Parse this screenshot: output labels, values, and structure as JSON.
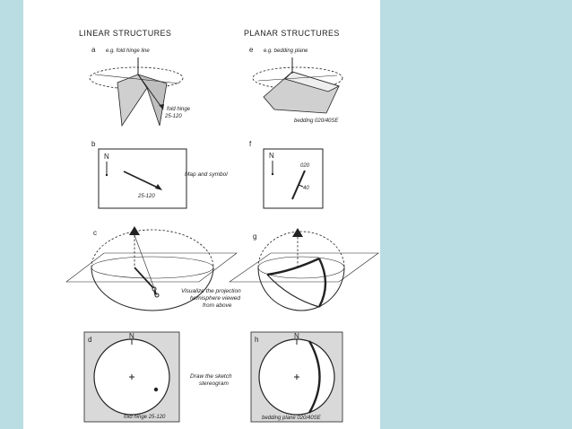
{
  "headers": {
    "linear": "LINEAR STRUCTURES",
    "planar": "PLANAR STRUCTURES"
  },
  "panels": {
    "a": {
      "letter": "a",
      "example": "e.g. fold hinge line",
      "label": "fold hinge",
      "value": "25-120"
    },
    "e": {
      "letter": "e",
      "example": "e.g. bedding plane",
      "label": "bedding 020/40SE"
    },
    "b": {
      "letter": "b",
      "north": "N",
      "value": "25-120"
    },
    "f": {
      "letter": "f",
      "north": "N",
      "strike": "020",
      "dip": "40"
    },
    "c": {
      "letter": "c"
    },
    "g": {
      "letter": "g"
    },
    "d": {
      "letter": "d",
      "north": "N",
      "label": "fold hinge 25-120"
    },
    "h": {
      "letter": "h",
      "north": "N",
      "label": "bedding plane 020/40SE"
    }
  },
  "captions": {
    "map": "Map and symbol",
    "visualize": [
      "Visualize the projection",
      "hemisphere viewed",
      "from above"
    ],
    "sketch": [
      "Draw the sketch",
      "stereogram"
    ]
  },
  "colors": {
    "background": "#b9dde2",
    "page": "#ffffff",
    "ink": "#222222",
    "panel_fill": "#d9d9d9",
    "fold_fill": "#cfcfcf"
  }
}
